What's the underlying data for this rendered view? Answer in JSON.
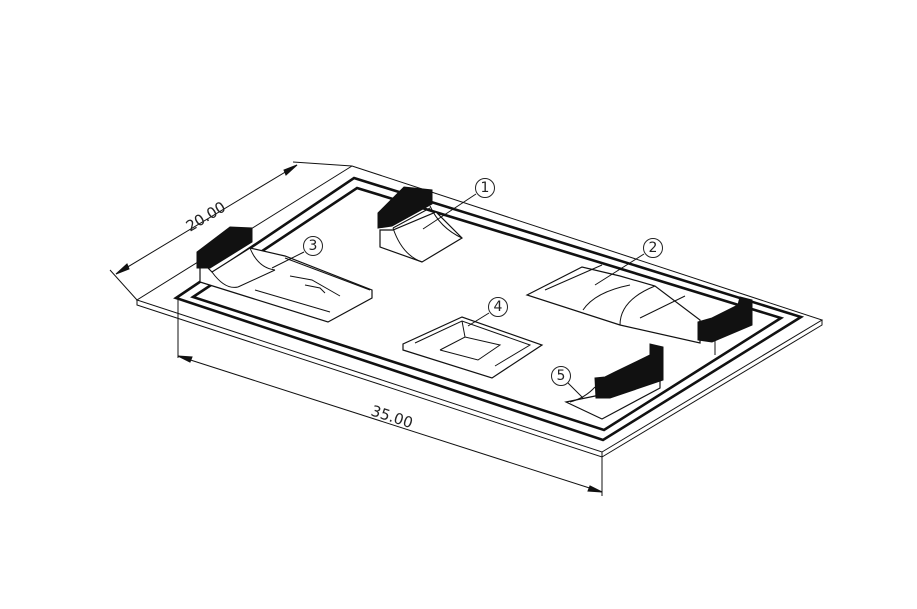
{
  "drawing": {
    "title": "Skatepark layout isometric view",
    "dimensions": {
      "width": "20.00",
      "length": "35.00"
    },
    "balloons": [
      "1",
      "2",
      "3",
      "4",
      "5"
    ]
  }
}
